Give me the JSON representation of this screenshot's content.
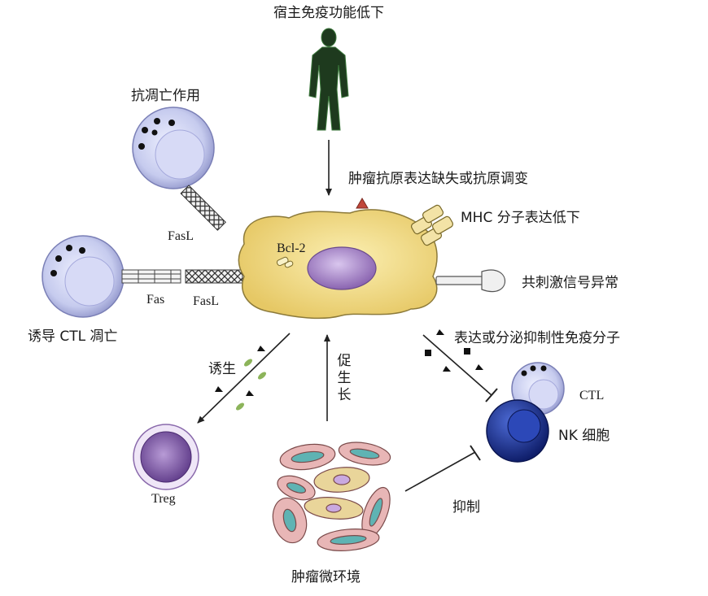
{
  "labels": {
    "host_immune": "宿主免疫功能低下",
    "anti_apoptosis": "抗凋亡作用",
    "fasl_top": "FasL",
    "fas": "Fas",
    "fasl_mid": "FasL",
    "ctl_apoptosis": "诱导 CTL 凋亡",
    "bcl2": "Bcl-2",
    "antigen_loss": "肿瘤抗原表达缺失或抗原调变",
    "mhc_low": "MHC 分子表达低下",
    "costim": "共刺激信号异常",
    "immunosuppressive": "表达或分泌抑制性免疫分子",
    "ctl": "CTL",
    "nk": "NK 细胞",
    "induce": "诱生",
    "promote_growth": "促生长",
    "treg": "Treg",
    "inhibit": "抑制",
    "microenvironment": "肿瘤微环境"
  },
  "colors": {
    "tumor_fill": "#f1da7c",
    "tumor_stroke": "#8c7a3a",
    "nucleus": "#a983c4",
    "lymphocyte": "#c7cbee",
    "treg": "#7f55a4",
    "nk": "#1c2f8c",
    "host_figure": "#1e3a1e"
  }
}
